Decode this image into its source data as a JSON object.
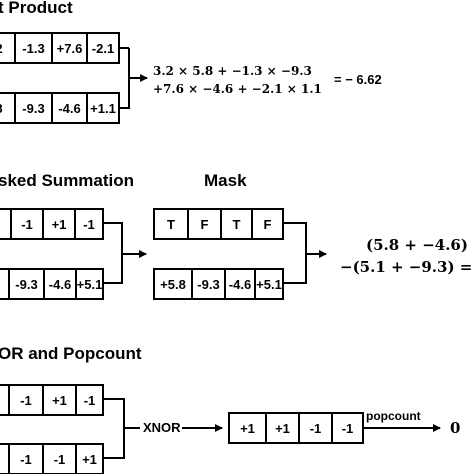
{
  "section1": {
    "title": "t Product",
    "vector_a": [
      "2",
      "-1.3",
      "+7.6",
      "-2.1"
    ],
    "vector_b": [
      "8",
      "-9.3",
      "-4.6",
      "+1.1"
    ],
    "expr_line1": "3.2 × 5.8 + −1.3 × −9.3",
    "expr_line2": "+7.6 × −4.6 + −2.1 × 1.1",
    "result": "= − 6.62"
  },
  "section2": {
    "title": "sked Summation",
    "mask_title": "Mask",
    "vector_a": [
      "",
      "-1",
      "+1",
      "-1"
    ],
    "vector_b": [
      "8",
      "-9.3",
      "-4.6",
      "+5.1"
    ],
    "mask": [
      "T",
      "F",
      "T",
      "F"
    ],
    "masked_values": [
      "+5.8",
      "-9.3",
      "-4.6",
      "+5.1"
    ],
    "expr_line1": "(5.8 + −4.6)",
    "expr_line2": "−(5.1 + −9.3) ="
  },
  "section3": {
    "title": "OR and Popcount",
    "vector_a": [
      "",
      "-1",
      "+1",
      "-1"
    ],
    "vector_b": [
      "",
      "-1",
      "-1",
      "+1"
    ],
    "xnor_label": "XNOR",
    "xnor_result": [
      "+1",
      "+1",
      "-1",
      "-1"
    ],
    "popcount_label": "popcount",
    "popcount_result": "0"
  }
}
